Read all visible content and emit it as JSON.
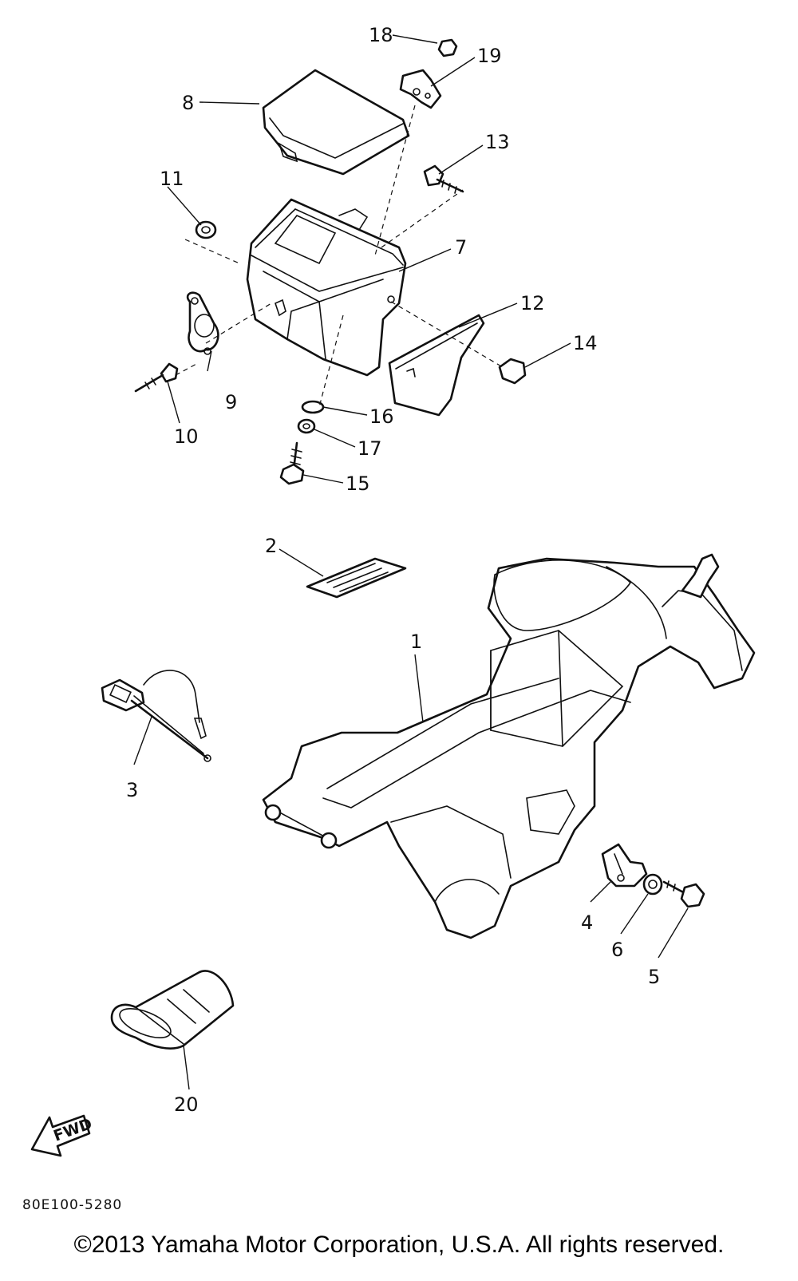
{
  "callouts": [
    {
      "id": "1",
      "label": "1"
    },
    {
      "id": "2",
      "label": "2"
    },
    {
      "id": "3",
      "label": "3"
    },
    {
      "id": "4",
      "label": "4"
    },
    {
      "id": "5",
      "label": "5"
    },
    {
      "id": "6",
      "label": "6"
    },
    {
      "id": "7",
      "label": "7"
    },
    {
      "id": "8",
      "label": "8"
    },
    {
      "id": "9",
      "label": "9"
    },
    {
      "id": "10",
      "label": "10"
    },
    {
      "id": "11",
      "label": "11"
    },
    {
      "id": "12",
      "label": "12"
    },
    {
      "id": "13",
      "label": "13"
    },
    {
      "id": "14",
      "label": "14"
    },
    {
      "id": "15",
      "label": "15"
    },
    {
      "id": "16",
      "label": "16"
    },
    {
      "id": "17",
      "label": "17"
    },
    {
      "id": "18",
      "label": "18"
    },
    {
      "id": "19",
      "label": "19"
    },
    {
      "id": "20",
      "label": "20"
    }
  ],
  "fwd_label": "FWD",
  "diagram_code": "80E100-5280",
  "copyright": "©2013 Yamaha Motor Corporation, U.S.A. All rights reserved."
}
